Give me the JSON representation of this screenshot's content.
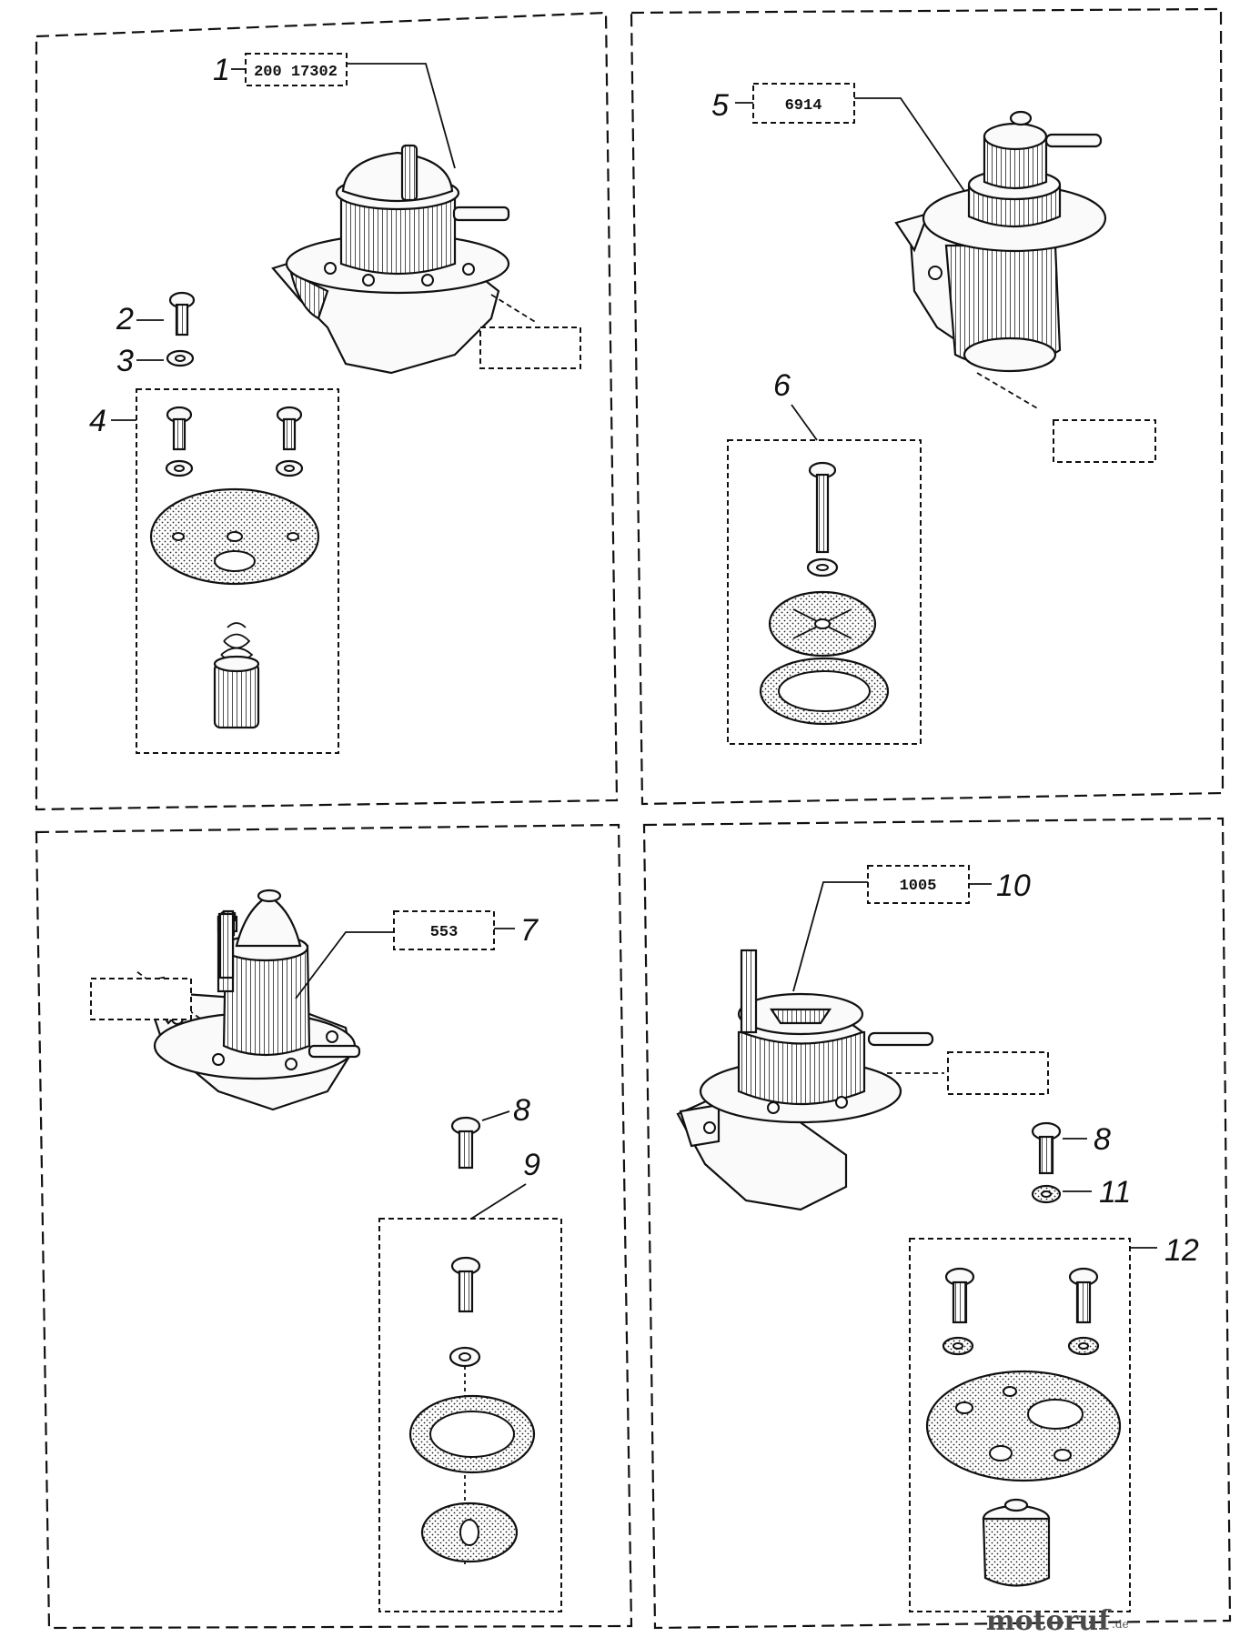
{
  "callouts": {
    "c1": "1",
    "c2": "2",
    "c3": "3",
    "c4": "4",
    "c5": "5",
    "c6": "6",
    "c7": "7",
    "c8a": "8",
    "c8b": "8",
    "c9": "9",
    "c10": "10",
    "c11": "11",
    "c12": "12"
  },
  "part_numbers": {
    "p1": "200 17302",
    "p5": "6914",
    "p7": "553",
    "p10": "1005"
  },
  "watermark": {
    "text": "motoruf",
    "suffix": ".de"
  }
}
